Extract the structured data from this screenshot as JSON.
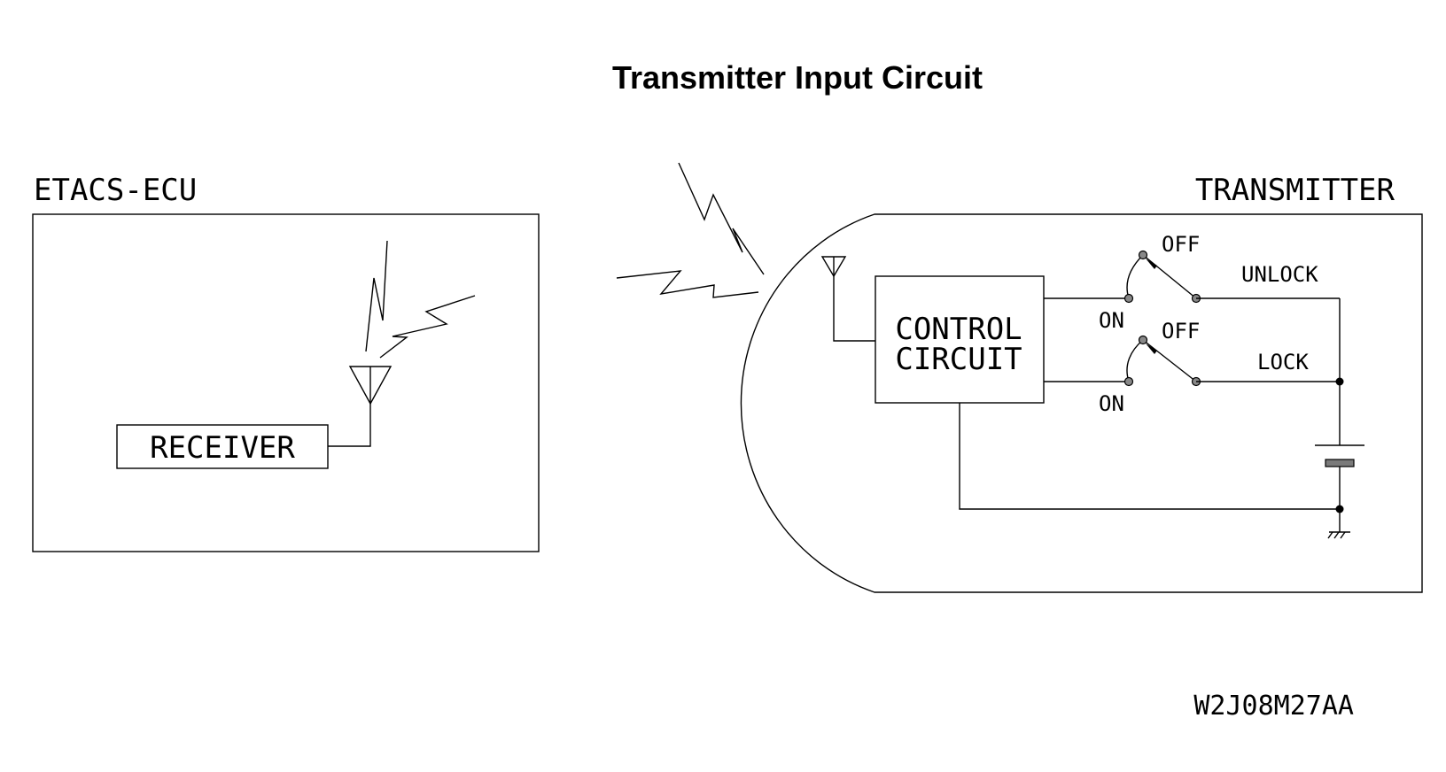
{
  "title": "Transmitter Input Circuit",
  "ecu": {
    "label": "ETACS-ECU",
    "receiver_label": "RECEIVER"
  },
  "transmitter": {
    "label": "TRANSMITTER",
    "control_line1": "CONTROL",
    "control_line2": "CIRCUIT",
    "unlock_switch": {
      "off_label": "OFF",
      "on_label": "ON",
      "name": "UNLOCK"
    },
    "lock_switch": {
      "off_label": "OFF",
      "on_label": "ON",
      "name": "LOCK"
    }
  },
  "figure_code": "W2J08M27AA"
}
